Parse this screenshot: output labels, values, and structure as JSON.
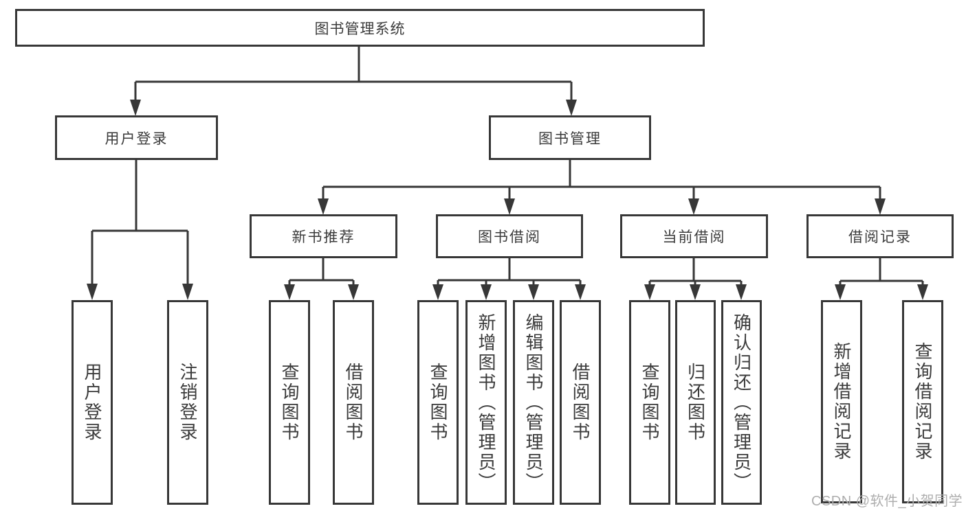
{
  "diagram_type": "hierarchy-tree",
  "colors": {
    "line": "#373737",
    "box_border": "#373737",
    "text": "#3b3b3b",
    "background": "#ffffff",
    "watermark": "#aeaeae"
  },
  "tree": {
    "label": "图书管理系统",
    "children": [
      {
        "label": "用户登录",
        "children": [
          {
            "label": "用户登录"
          },
          {
            "label": "注销登录"
          }
        ]
      },
      {
        "label": "图书管理",
        "children": [
          {
            "label": "新书推荐",
            "children": [
              {
                "label": "查询图书"
              },
              {
                "label": "借阅图书"
              }
            ]
          },
          {
            "label": "图书借阅",
            "children": [
              {
                "label": "查询图书"
              },
              {
                "label": "新增图书（管理员）"
              },
              {
                "label": "编辑图书（管理员）"
              },
              {
                "label": "借阅图书"
              }
            ]
          },
          {
            "label": "当前借阅",
            "children": [
              {
                "label": "查询图书"
              },
              {
                "label": "归还图书"
              },
              {
                "label": "确认归还（管理员）"
              }
            ]
          },
          {
            "label": "借阅记录",
            "children": [
              {
                "label": "新增借阅记录"
              },
              {
                "label": "查询借阅记录"
              }
            ]
          }
        ]
      }
    ]
  },
  "watermark": {
    "text": "CSDN @软件_小贺同学"
  }
}
